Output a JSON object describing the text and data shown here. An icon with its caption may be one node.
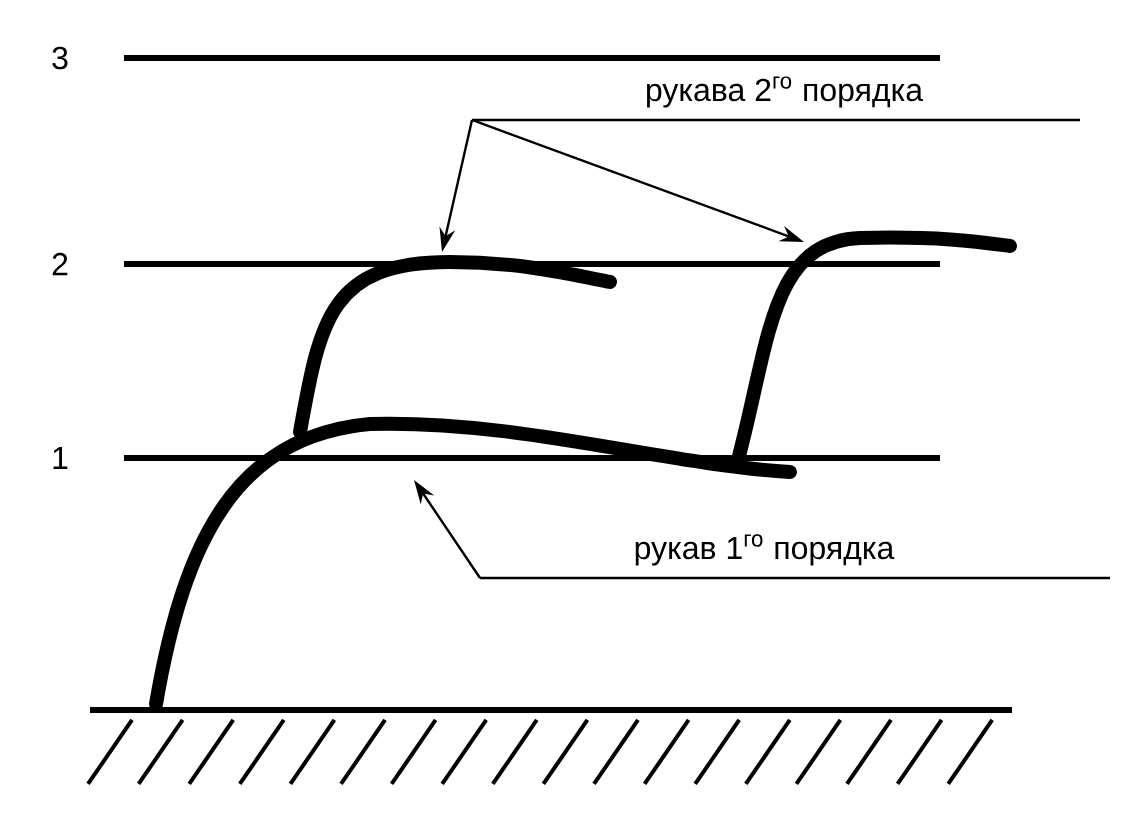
{
  "diagram": {
    "nodes": [
      {
        "text": [
          "рукава 2$^{го}$ порядка"
        ]
      },
      {
        "text": [
          "рукав 1$^{го}$ порядка"
        ]
      }
    ],
    "edges": [
      {
        "from": 0,
        "to": null,
        "arrow": "to"
      },
      {
        "from": 0,
        "to": null,
        "arrow": "to"
      },
      {
        "from": 1,
        "to": null,
        "arrow": "to"
      }
    ],
    "labels": [
      "3",
      "2",
      "1"
    ]
  }
}
